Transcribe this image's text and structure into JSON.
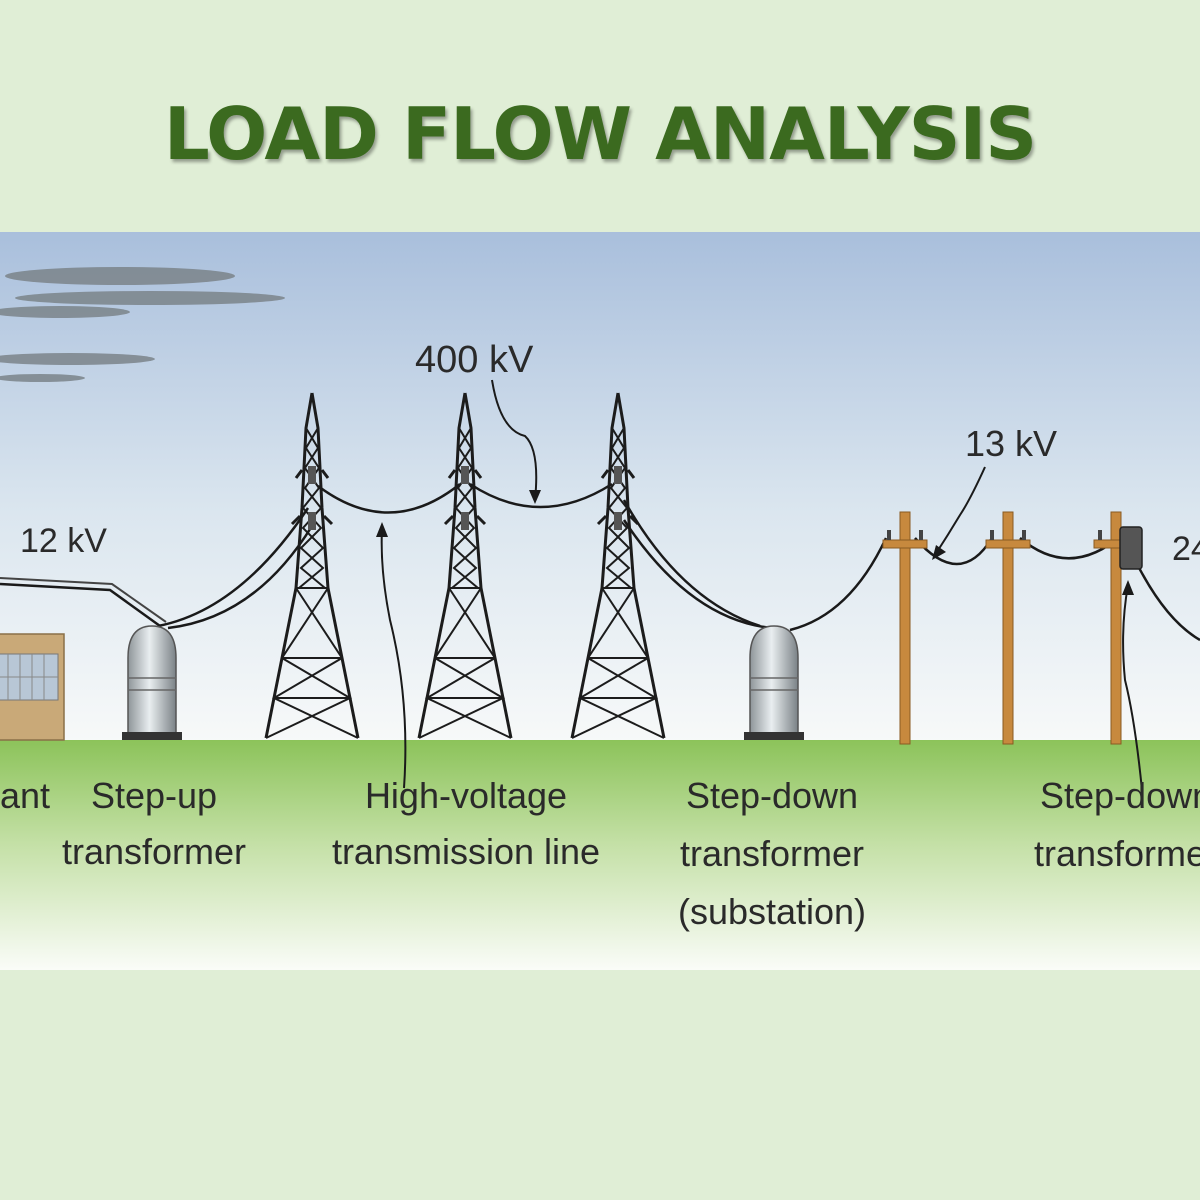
{
  "title": "LOAD FLOW ANALYSIS",
  "colors": {
    "background": "#e0eed6",
    "title": "#3b6a1f",
    "sky_top": "#a9bfdc",
    "ground": "#8cc35a",
    "pole": "#c7893e"
  },
  "voltages": {
    "generation": "12 kV",
    "transmission": "400 kV",
    "distribution": "13 kV",
    "consumer": "24"
  },
  "labels": {
    "plant": "ant",
    "step_up": [
      "Step-up",
      "transformer"
    ],
    "transmission_line": [
      "High-voltage",
      "transmission line"
    ],
    "substation": [
      "Step-down",
      "transformer",
      "(substation)"
    ],
    "step_down_pole": [
      "Step-down",
      "transformer"
    ]
  }
}
